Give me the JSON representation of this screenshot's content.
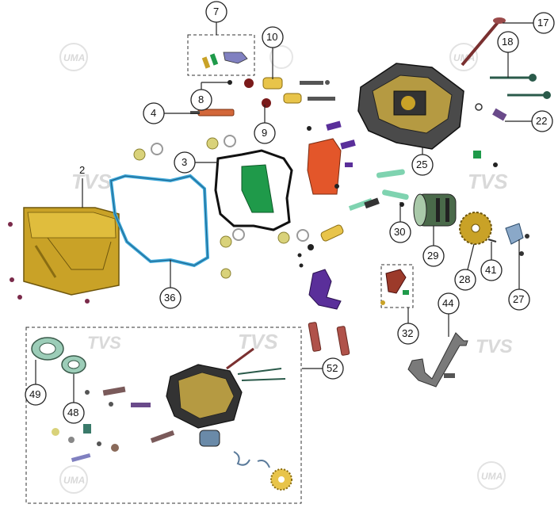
{
  "diagram": {
    "watermarks": {
      "tvs": "TVS",
      "circle_logo": "UMA"
    },
    "callouts": [
      {
        "id": "c2",
        "label": "2"
      },
      {
        "id": "c3",
        "label": "3"
      },
      {
        "id": "c4",
        "label": "4"
      },
      {
        "id": "c7",
        "label": "7"
      },
      {
        "id": "c8",
        "label": "8"
      },
      {
        "id": "c9",
        "label": "9"
      },
      {
        "id": "c10",
        "label": "10"
      },
      {
        "id": "c17",
        "label": "17"
      },
      {
        "id": "c18",
        "label": "18"
      },
      {
        "id": "c22",
        "label": "22"
      },
      {
        "id": "c25",
        "label": "25"
      },
      {
        "id": "c27",
        "label": "27"
      },
      {
        "id": "c28",
        "label": "28"
      },
      {
        "id": "c29",
        "label": "29"
      },
      {
        "id": "c30",
        "label": "30"
      },
      {
        "id": "c32",
        "label": "32"
      },
      {
        "id": "c36",
        "label": "36"
      },
      {
        "id": "c41",
        "label": "41"
      },
      {
        "id": "c44",
        "label": "44"
      },
      {
        "id": "c48",
        "label": "48"
      },
      {
        "id": "c49",
        "label": "49"
      },
      {
        "id": "c52",
        "label": "52"
      }
    ],
    "colors": {
      "gold": "#c9a227",
      "gold_dark": "#8a6d12",
      "gasket_blue": "#3aa6d8",
      "seal_green": "#1f9a4a",
      "plate_orange": "#e3562a",
      "bracket_purple": "#5a2f9a",
      "head_dark": "#3a3a3a",
      "rocker_red": "#9c3a2a",
      "mint": "#7fd3b0",
      "steel": "#6a6a6a"
    }
  }
}
